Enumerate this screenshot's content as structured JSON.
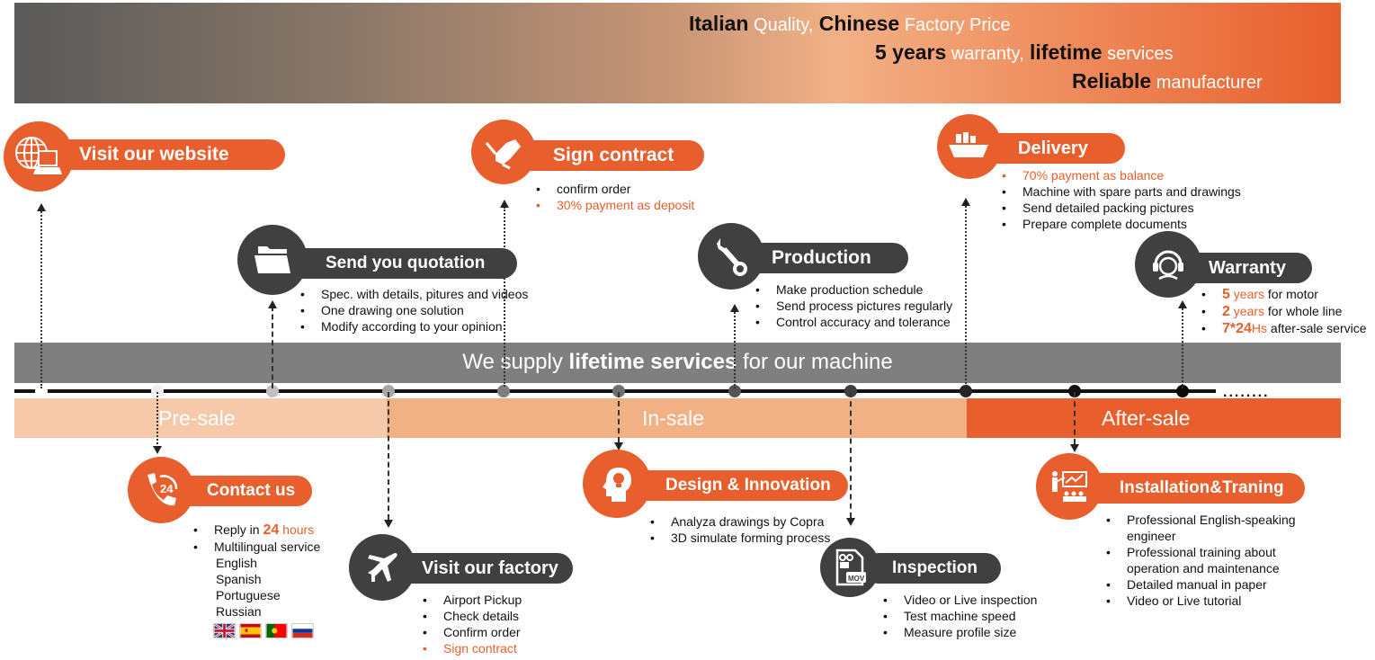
{
  "banner": {
    "line1": {
      "b1": "Italian",
      "w1": " Quality,",
      "b2": " Chinese",
      "w2": " Factory Price"
    },
    "line2": {
      "b1": "5 years",
      "w1": " warranty,",
      "b2": " lifetime",
      "w2": " services"
    },
    "line3": {
      "b1": "Reliable",
      "w1": " manufacturer"
    }
  },
  "band": {
    "pre": "We supply ",
    "bold": "lifetime services",
    "post": " for our machine"
  },
  "phases": {
    "pre": "Pre-sale",
    "in": "In-sale",
    "after": "After-sale"
  },
  "timeline": {
    "more": "........"
  },
  "steps": {
    "website": {
      "title": "Visit our website",
      "icon": "globe-laptop-icon"
    },
    "contact": {
      "title": "Contact us",
      "icon": "phone-24-icon",
      "reply_pre": "Reply in ",
      "reply_num": "24",
      "reply_post": " hours",
      "multilingual": "Multilingual service",
      "languages": [
        "English",
        "Spanish",
        "Portuguese",
        "Russian"
      ],
      "flags": [
        "uk-flag",
        "spain-flag",
        "portugal-flag",
        "russia-flag"
      ]
    },
    "quotation": {
      "title": "Send you quotation",
      "icon": "folder-icon",
      "items": [
        "Spec. with details,  pitures and videos",
        "One drawing one solution",
        "Modify according to your opinion"
      ]
    },
    "factory": {
      "title": "Visit our factory",
      "icon": "airplane-icon",
      "items": [
        "Airport Pickup",
        "Check details",
        "Confirm order",
        "Sign contract"
      ]
    },
    "contract": {
      "title": "Sign contract",
      "icon": "handshake-icon",
      "items": [
        "confirm order",
        "30% payment as deposit"
      ]
    },
    "design": {
      "title": "Design & Innovation",
      "icon": "head-lightbulb-icon",
      "items": [
        "Analyza drawings by Copra",
        "3D simulate forming process"
      ]
    },
    "production": {
      "title": "Production",
      "icon": "wrench-icon",
      "items": [
        "Make production schedule",
        "Send process pictures regularly",
        "Control  accuracy and tolerance"
      ]
    },
    "inspection": {
      "title": "Inspection",
      "icon": "mov-video-file-icon",
      "badge": "MOV",
      "items": [
        "Video or Live inspection",
        "Test machine speed",
        "Measure profile size"
      ]
    },
    "delivery": {
      "title": "Delivery",
      "icon": "cargo-ship-icon",
      "items": [
        "70% payment as balance",
        "Machine with spare parts and drawings",
        "Send detailed packing pictures",
        "Prepare complete documents"
      ]
    },
    "installation": {
      "title": "Installation&Traning",
      "icon": "presentation-training-icon",
      "items": [
        "Professional English-speaking",
        "engineer",
        "Professional training about",
        "operation and maintenance",
        "Detailed manual in paper",
        "Video or Live tutorial"
      ]
    },
    "warranty": {
      "title": "Warranty",
      "icon": "headset-support-icon",
      "w1_num": "5",
      "w1_unit": " years",
      "w1_rest": " for motor",
      "w2_num": "2",
      "w2_unit": " years",
      "w2_rest": " for whole line",
      "w3_num": "7*24",
      "w3_unit": "Hs",
      "w3_rest": " after-sale service"
    }
  },
  "colors": {
    "orange": "#e85e2c",
    "dark": "#404040",
    "band": "#7f7f7f",
    "pre": "#f6c9ab",
    "in": "#f2b185",
    "after": "#e85e2c"
  }
}
